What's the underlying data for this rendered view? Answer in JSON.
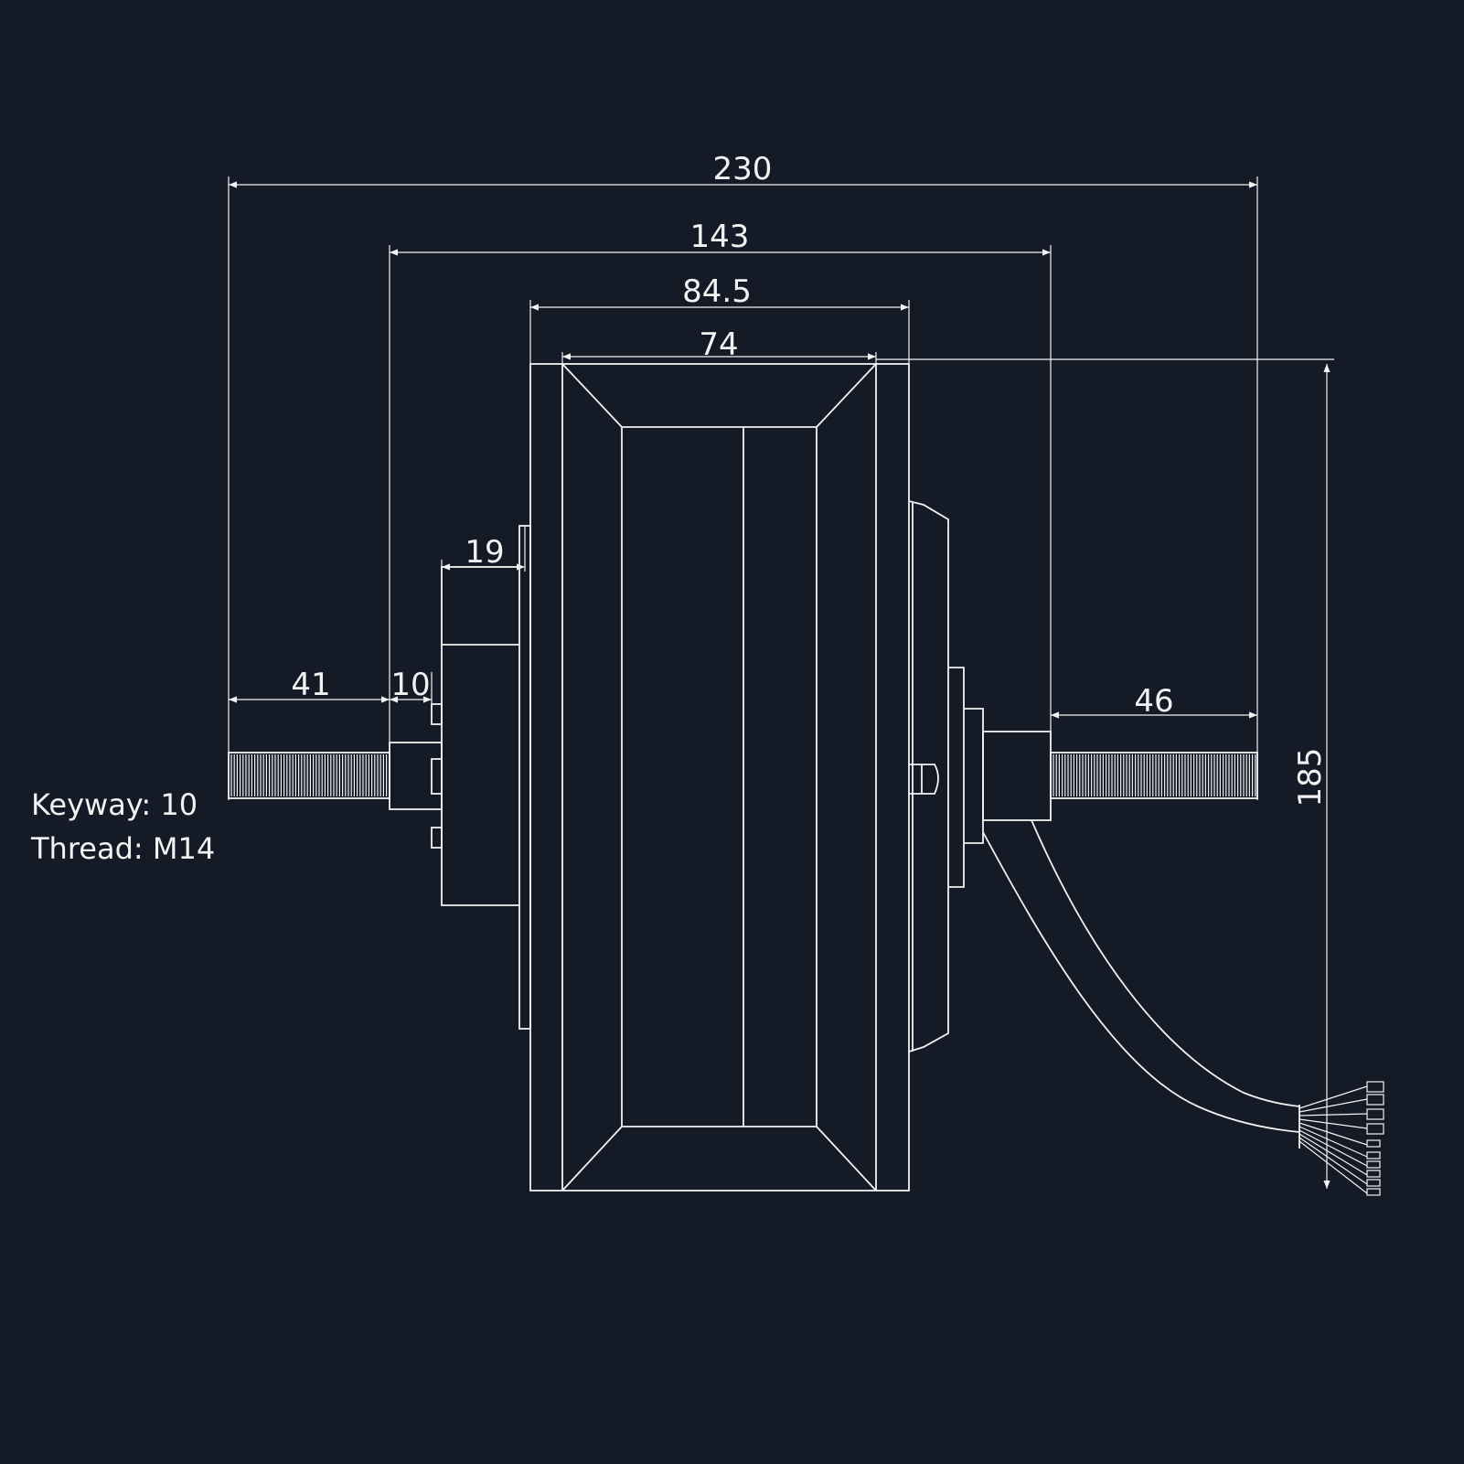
{
  "dimensions": {
    "overall_width": "230",
    "flange_width": "143",
    "hub_width": "84.5",
    "tire_width": "74",
    "left_axle": "41",
    "left_spacer": "10",
    "left_brake": "19",
    "right_axle": "46",
    "diameter": "185"
  },
  "notes": {
    "keyway": "Keyway: 10",
    "thread": "Thread: M14"
  },
  "colors": {
    "background": "#141a26",
    "line": "#f2f2f2"
  }
}
